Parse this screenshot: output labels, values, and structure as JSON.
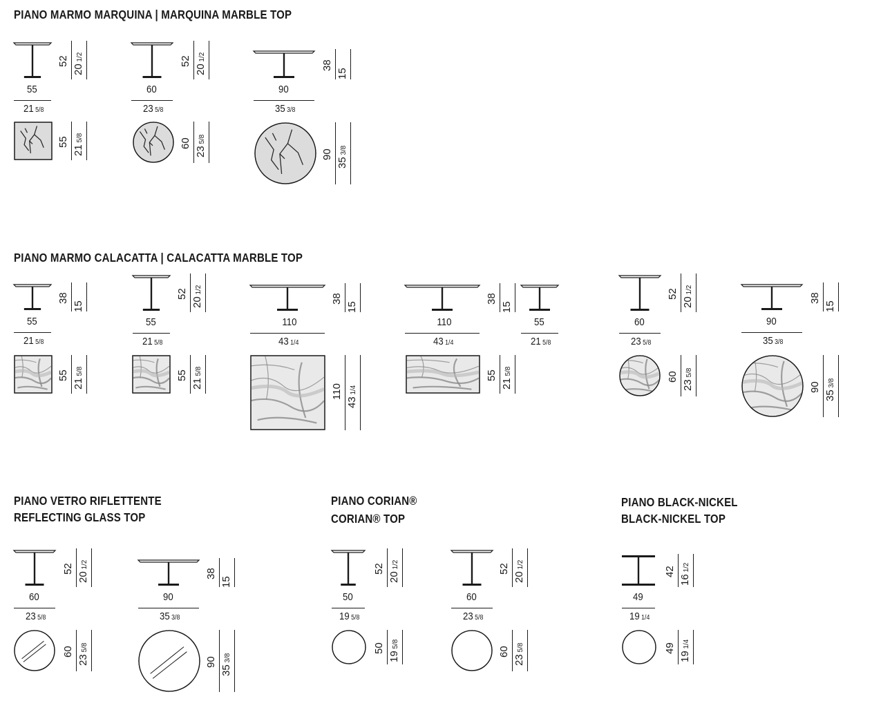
{
  "sections": [
    {
      "line1": "PIANO MARMO MARQUINA",
      "separator": "|",
      "line2": "MARQUINA MARBLE TOP"
    },
    {
      "line1": "PIANO MARMO CALACATTA",
      "separator": "|",
      "line2": "CALACATTA MARBLE TOP"
    },
    {
      "line1": "PIANO VETRO RIFLETTENTE",
      "line2": "REFLECTING GLASS TOP"
    },
    {
      "line1": "PIANO CORIAN®",
      "line2": "CORIAN® TOP"
    },
    {
      "line1": "PIANO BLACK-NICKEL",
      "line2": "BLACK-NICKEL TOP"
    }
  ],
  "tables": [
    {
      "section": 0,
      "top": "marquina",
      "plan": "square",
      "width_cm": "55",
      "width_in": "21",
      "width_in_frac": "5/8",
      "height_cm": "52",
      "height_in": "20",
      "height_in_frac": "1/2",
      "depth_cm": "55",
      "depth_in": "21",
      "depth_in_frac": "5/8"
    },
    {
      "section": 0,
      "top": "marquina",
      "plan": "round",
      "width_cm": "60",
      "width_in": "23",
      "width_in_frac": "5/8",
      "height_cm": "52",
      "height_in": "20",
      "height_in_frac": "1/2",
      "depth_cm": "60",
      "depth_in": "23",
      "depth_in_frac": "5/8"
    },
    {
      "section": 0,
      "top": "marquina",
      "plan": "round",
      "width_cm": "90",
      "width_in": "35",
      "width_in_frac": "3/8",
      "height_cm": "38",
      "height_in": "15",
      "height_in_frac": "",
      "depth_cm": "90",
      "depth_in": "35",
      "depth_in_frac": "3/8"
    },
    {
      "section": 1,
      "top": "calacatta",
      "plan": "square",
      "width_cm": "55",
      "width_in": "21",
      "width_in_frac": "5/8",
      "height_cm": "38",
      "height_in": "15",
      "height_in_frac": "",
      "depth_cm": "55",
      "depth_in": "21",
      "depth_in_frac": "5/8"
    },
    {
      "section": 1,
      "top": "calacatta",
      "plan": "square",
      "width_cm": "55",
      "width_in": "21",
      "width_in_frac": "5/8",
      "height_cm": "52",
      "height_in": "20",
      "height_in_frac": "1/2",
      "depth_cm": "55",
      "depth_in": "21",
      "depth_in_frac": "5/8"
    },
    {
      "section": 1,
      "top": "calacatta",
      "plan": "square",
      "width_cm": "110",
      "width_in": "43",
      "width_in_frac": "1/4",
      "height_cm": "38",
      "height_in": "15",
      "height_in_frac": "",
      "depth_cm": "110",
      "depth_in": "43",
      "depth_in_frac": "1/4"
    },
    {
      "section": 1,
      "top": "calacatta",
      "plan": "rect",
      "width_cm": "110",
      "width_in": "43",
      "width_in_frac": "1/4",
      "height_cm": "38",
      "height_in": "15",
      "height_in_frac": "",
      "depth_cm": "55",
      "depth_in": "21",
      "depth_in_frac": "5/8",
      "side_cm": "55",
      "side_in": "21",
      "side_in_frac": "5/8"
    },
    {
      "section": 1,
      "top": "calacatta",
      "plan": "round",
      "width_cm": "60",
      "width_in": "23",
      "width_in_frac": "5/8",
      "height_cm": "52",
      "height_in": "20",
      "height_in_frac": "1/2",
      "depth_cm": "60",
      "depth_in": "23",
      "depth_in_frac": "5/8"
    },
    {
      "section": 1,
      "top": "calacatta",
      "plan": "round",
      "width_cm": "90",
      "width_in": "35",
      "width_in_frac": "3/8",
      "height_cm": "38",
      "height_in": "15",
      "height_in_frac": "",
      "depth_cm": "90",
      "depth_in": "35",
      "depth_in_frac": "3/8"
    },
    {
      "section": 2,
      "top": "glass",
      "plan": "round",
      "width_cm": "60",
      "width_in": "23",
      "width_in_frac": "5/8",
      "height_cm": "52",
      "height_in": "20",
      "height_in_frac": "1/2",
      "depth_cm": "60",
      "depth_in": "23",
      "depth_in_frac": "5/8"
    },
    {
      "section": 2,
      "top": "glass",
      "plan": "round",
      "width_cm": "90",
      "width_in": "35",
      "width_in_frac": "3/8",
      "height_cm": "38",
      "height_in": "15",
      "height_in_frac": "",
      "depth_cm": "90",
      "depth_in": "35",
      "depth_in_frac": "3/8"
    },
    {
      "section": 3,
      "top": "corian",
      "plan": "round",
      "width_cm": "50",
      "width_in": "19",
      "width_in_frac": "5/8",
      "height_cm": "52",
      "height_in": "20",
      "height_in_frac": "1/2",
      "depth_cm": "50",
      "depth_in": "19",
      "depth_in_frac": "5/8"
    },
    {
      "section": 3,
      "top": "corian",
      "plan": "round",
      "width_cm": "60",
      "width_in": "23",
      "width_in_frac": "5/8",
      "height_cm": "52",
      "height_in": "20",
      "height_in_frac": "1/2",
      "depth_cm": "60",
      "depth_in": "23",
      "depth_in_frac": "5/8"
    },
    {
      "section": 4,
      "top": "black-nickel",
      "plan": "round",
      "width_cm": "49",
      "width_in": "19",
      "width_in_frac": "1/4",
      "height_cm": "42",
      "height_in": "16",
      "height_in_frac": "1/2",
      "depth_cm": "49",
      "depth_in": "19",
      "depth_in_frac": "1/4"
    }
  ],
  "colors": {
    "ink": "#1a1a1a",
    "marble_light": "#e9e9e9",
    "marquina_fill": "#dcdcdc",
    "vein": "#2a2a2a"
  }
}
